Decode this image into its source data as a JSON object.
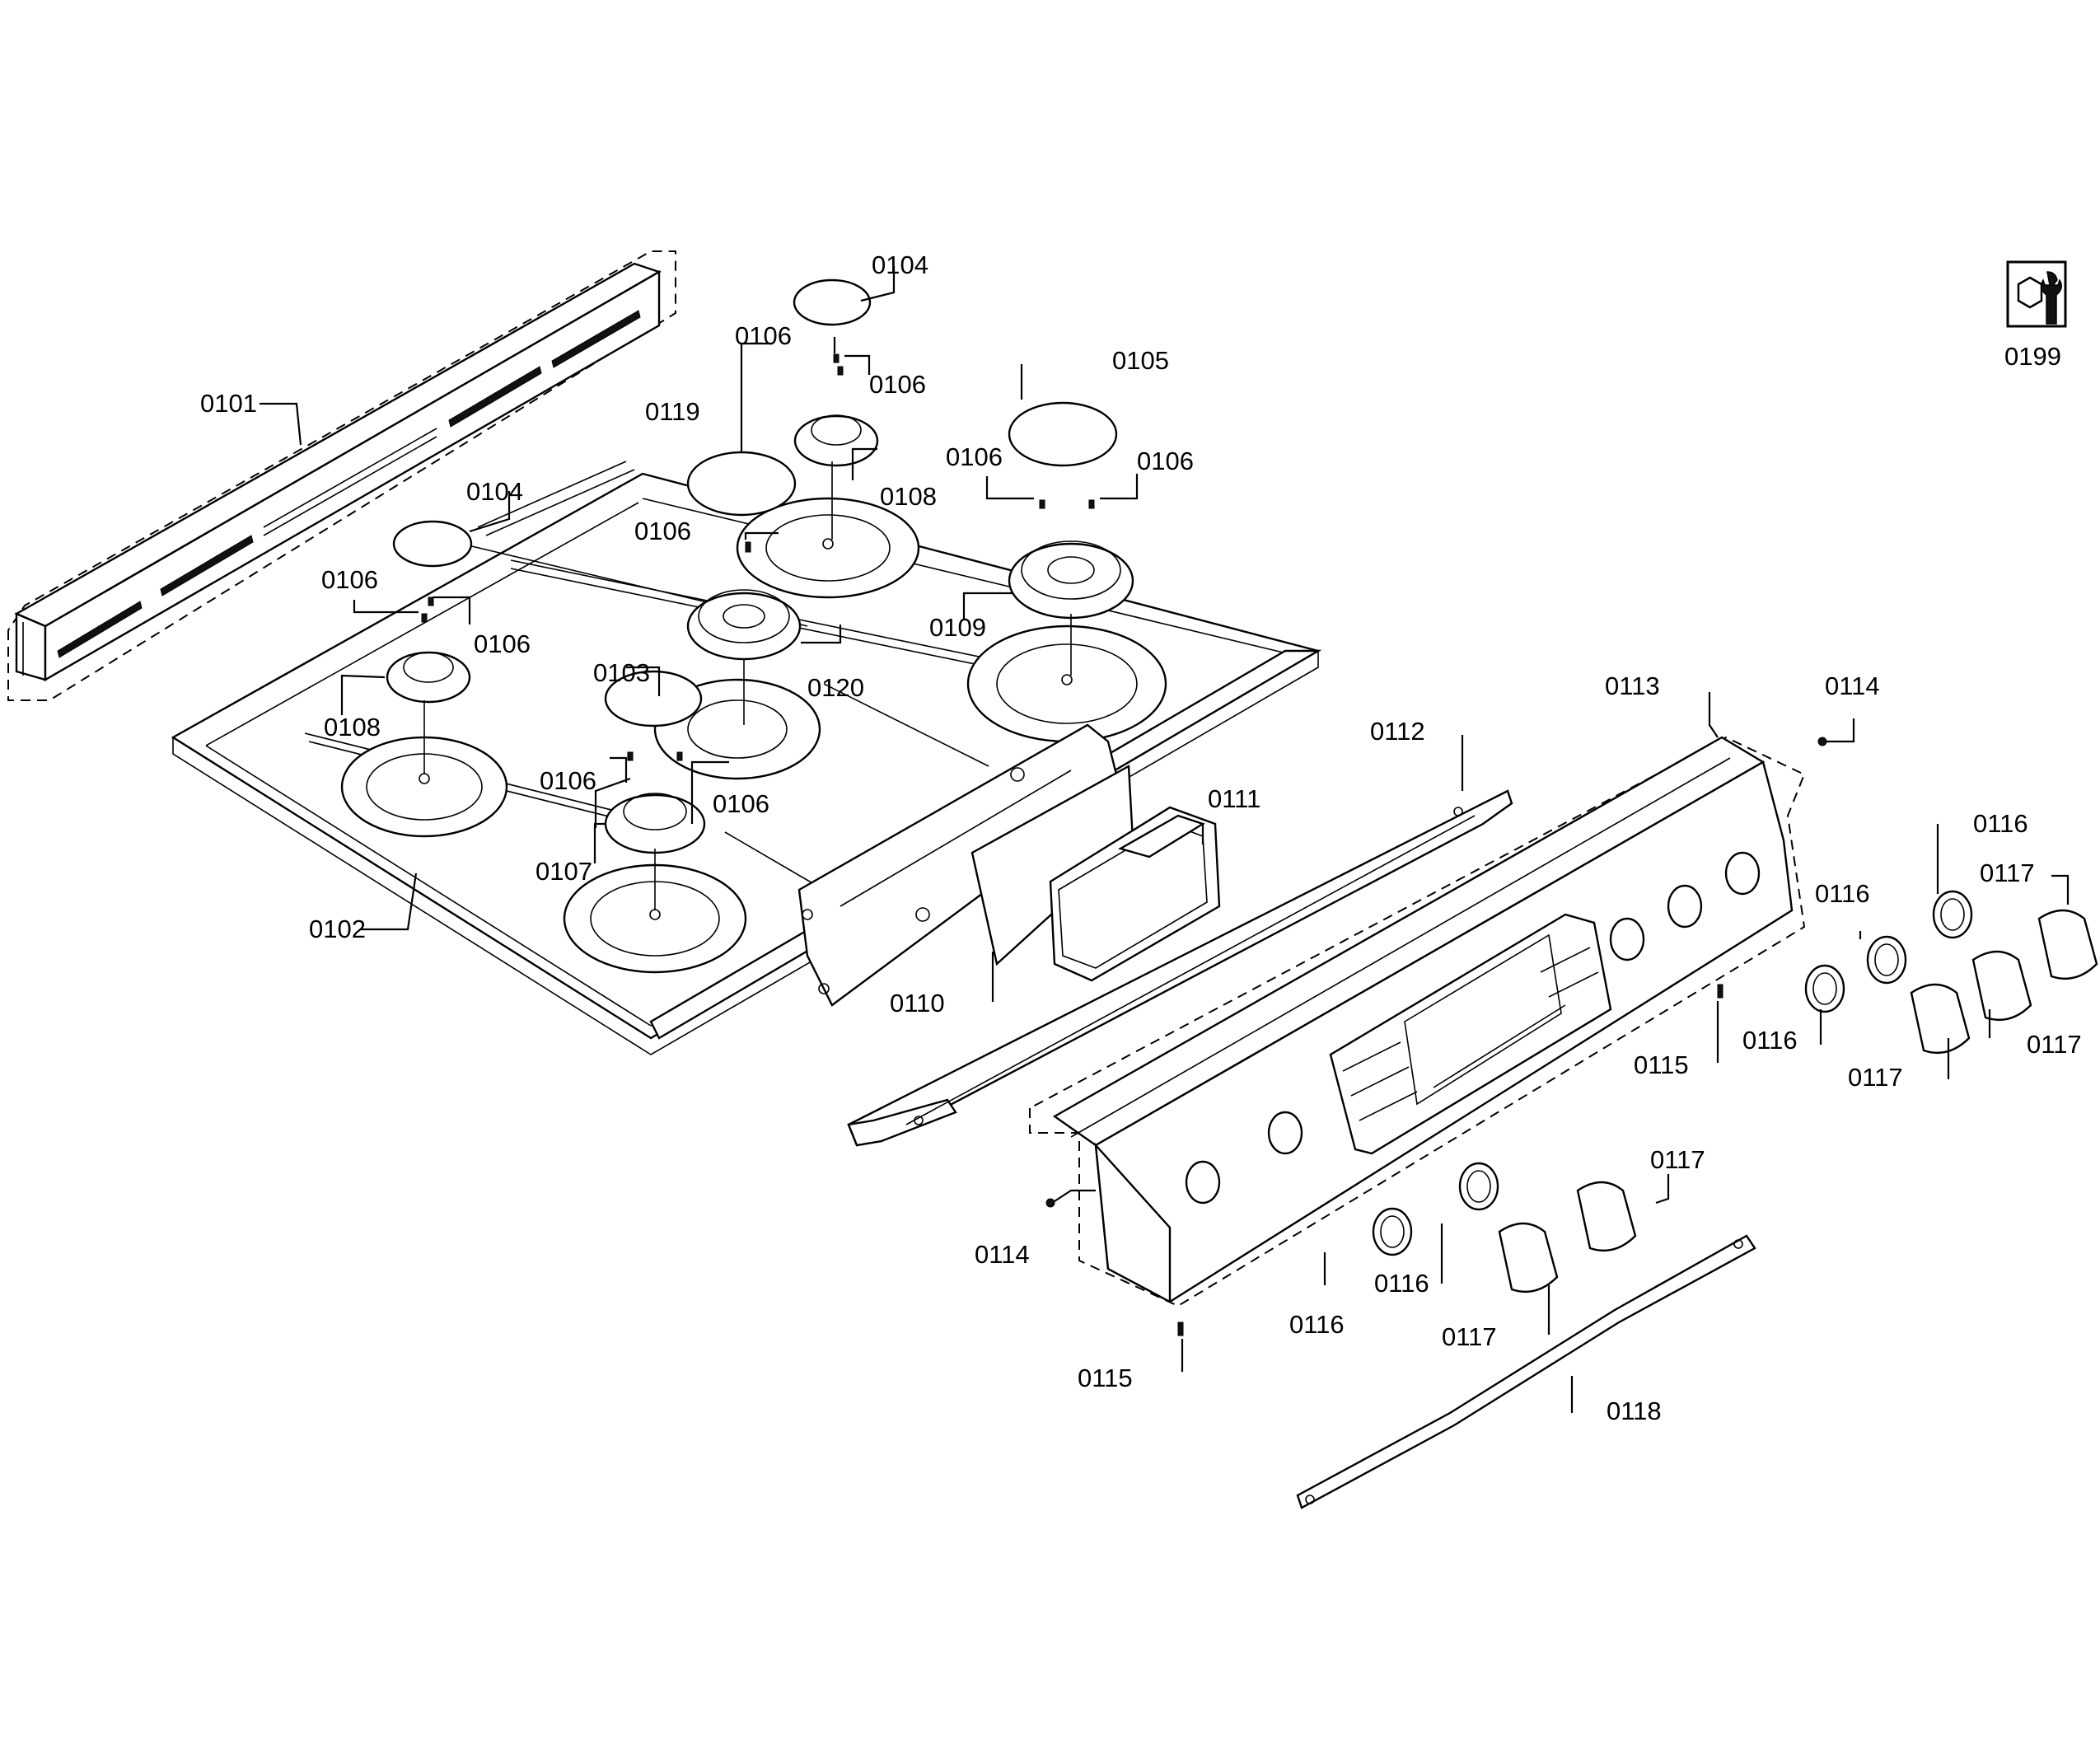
{
  "diagram": {
    "tool_badge_label": "0199",
    "labels": {
      "p0101": "0101",
      "p0102": "0102",
      "p0103": "0103",
      "p0104_left": "0104",
      "p0104_top": "0104",
      "p0105": "0105",
      "p0106_a": "0106",
      "p0106_b": "0106",
      "p0106_c": "0106",
      "p0106_d": "0106",
      "p0106_e": "0106",
      "p0106_f": "0106",
      "p0106_g": "0106",
      "p0106_h": "0106",
      "p0106_i": "0106",
      "p0107": "0107",
      "p0108_left": "0108",
      "p0108_top": "0108",
      "p0109": "0109",
      "p0110": "0110",
      "p0111": "0111",
      "p0112": "0112",
      "p0113": "0113",
      "p0114_right": "0114",
      "p0114_left": "0114",
      "p0115_right": "0115",
      "p0115_left": "0115",
      "p0116_a": "0116",
      "p0116_b": "0116",
      "p0116_c": "0116",
      "p0116_d": "0116",
      "p0116_e": "0116",
      "p0117_a": "0117",
      "p0117_b": "0117",
      "p0117_c": "0117",
      "p0117_d": "0117",
      "p0117_e": "0117",
      "p0118": "0118",
      "p0119": "0119",
      "p0120": "0120"
    }
  }
}
